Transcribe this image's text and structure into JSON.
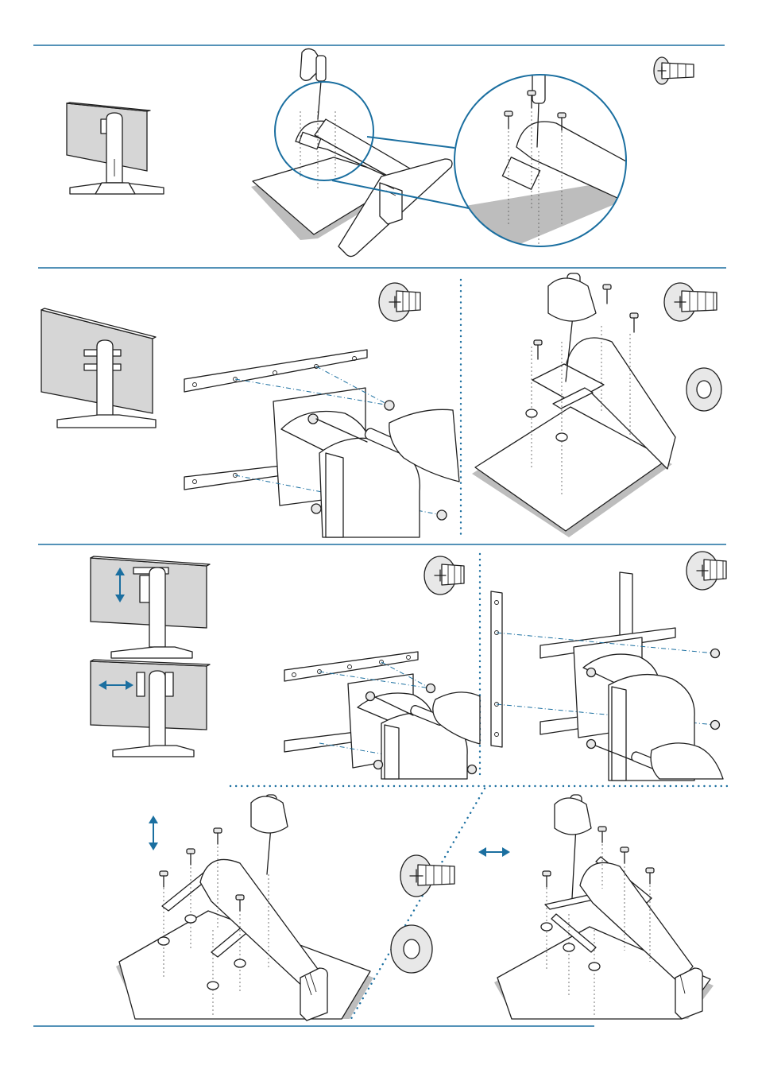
{
  "document": {
    "type": "assembly-instructions",
    "colors": {
      "rule": "#1b6fa0",
      "panel": "#d6d6d6",
      "ink": "#1f1f1f"
    },
    "icons": [
      "phillips-screw-icon",
      "washer-icon",
      "screwdriver-icon",
      "vertical-arrow-icon",
      "horizontal-arrow-icon"
    ],
    "sections": [
      {
        "id": "step-1",
        "elements": [
          "monitor-rear-view",
          "monitor-face-down-with-stand",
          "zoom-detail-circle",
          "short-screw-icon"
        ]
      },
      {
        "id": "step-2",
        "elements": [
          "monitor-with-bracket",
          "adapter-plate-horizontal",
          "large-screw-icon",
          "stand-reattach",
          "washer-icon"
        ]
      },
      {
        "id": "step-3",
        "elements": [
          "monitor-vertical-adjust",
          "monitor-horizontal-adjust",
          "adapter-plate-landscape",
          "adapter-plate-portrait",
          "large-screw-icon"
        ]
      },
      {
        "id": "step-4",
        "elements": [
          "vertical-mount",
          "horizontal-mount",
          "screw-and-washer-icons"
        ]
      }
    ]
  }
}
